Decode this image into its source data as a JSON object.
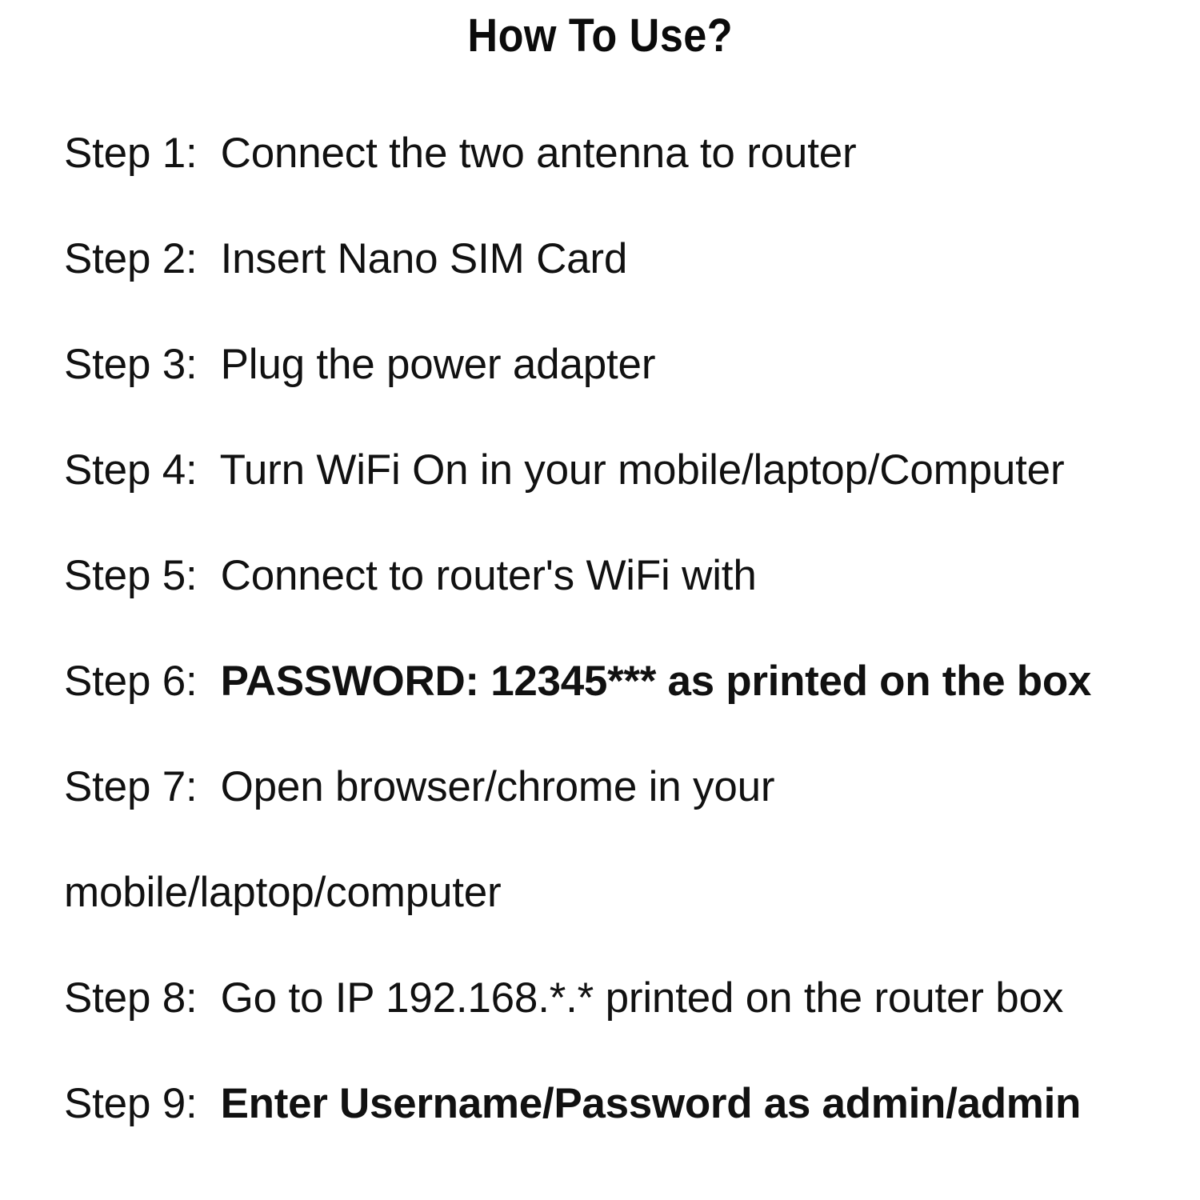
{
  "document": {
    "title": "How To Use?",
    "background_color": "#ffffff",
    "text_color": "#111111"
  },
  "steps": [
    {
      "label": "Step 1:",
      "text": "Connect the two antenna to router",
      "bold": false
    },
    {
      "label": "Step 2:",
      "text": "Insert Nano SIM Card",
      "bold": false
    },
    {
      "label": "Step 3:",
      "text": "Plug the power adapter",
      "bold": false
    },
    {
      "label": "Step 4:",
      "text": "Turn WiFi On in your mobile/laptop/Computer",
      "bold": false
    },
    {
      "label": "Step 5:",
      "text": "Connect to router's WiFi with",
      "bold": false
    },
    {
      "label": "Step 6:",
      "text": "PASSWORD: 12345*** as printed on the box",
      "bold": true
    },
    {
      "label": "Step 7:",
      "text": "Open browser/chrome in your",
      "bold": false
    },
    {
      "label": "",
      "text": "mobile/laptop/computer",
      "bold": false,
      "continuation": true
    },
    {
      "label": "Step 8:",
      "text": "Go to IP 192.168.*.* printed on the router box",
      "bold": false
    },
    {
      "label": "Step 9:",
      "text": "Enter Username/Password as admin/admin",
      "bold": true
    }
  ]
}
